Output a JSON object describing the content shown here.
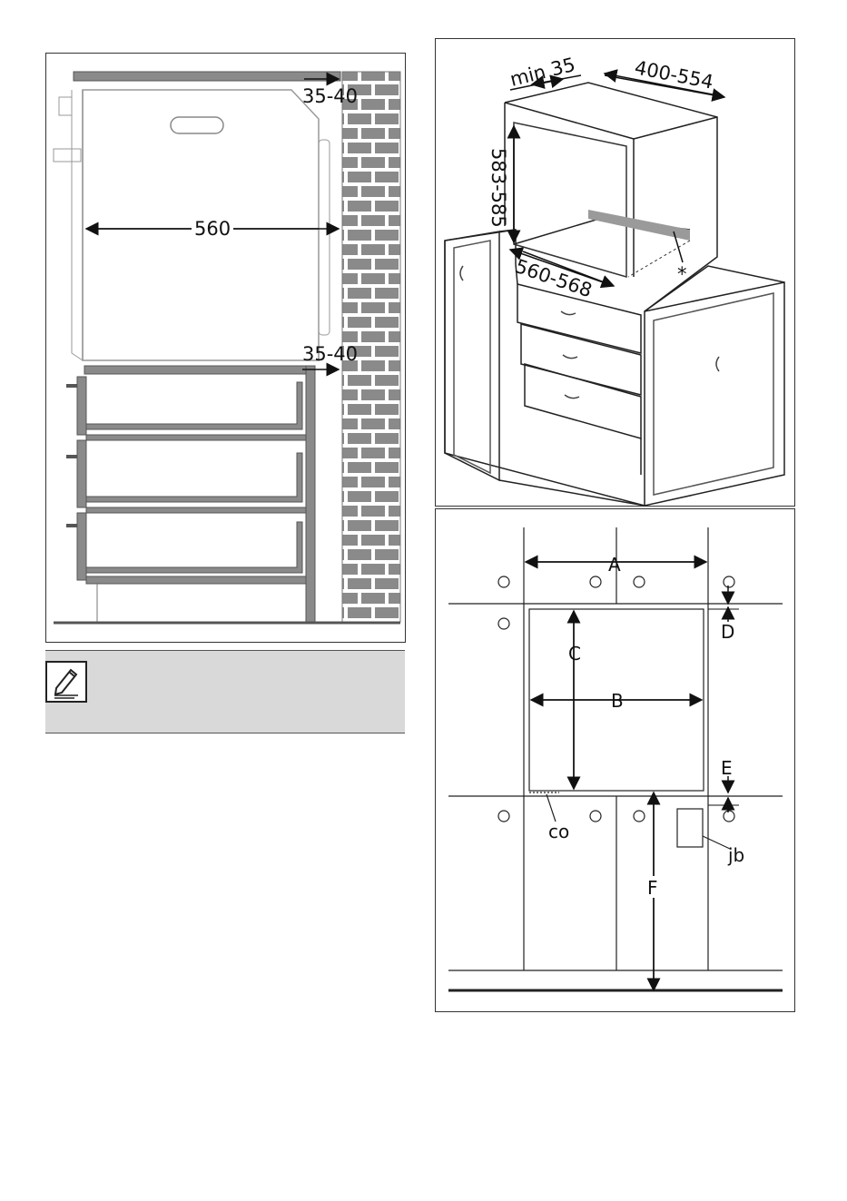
{
  "left_diagram": {
    "dim_top": "35-40",
    "dim_width": "560",
    "dim_bottom": "35-40"
  },
  "top_right_diagram": {
    "dim_min": "min 35",
    "dim_depth": "400-554",
    "dim_height": "583-585",
    "dim_width": "560-568",
    "asterisk": "*"
  },
  "bottom_right_diagram": {
    "label_a": "A",
    "label_b": "B",
    "label_c": "C",
    "label_d": "D",
    "label_e": "E",
    "label_f": "F",
    "label_co": "co",
    "label_jb": "jb"
  },
  "note": {
    "icon": "pencil-note-icon"
  }
}
